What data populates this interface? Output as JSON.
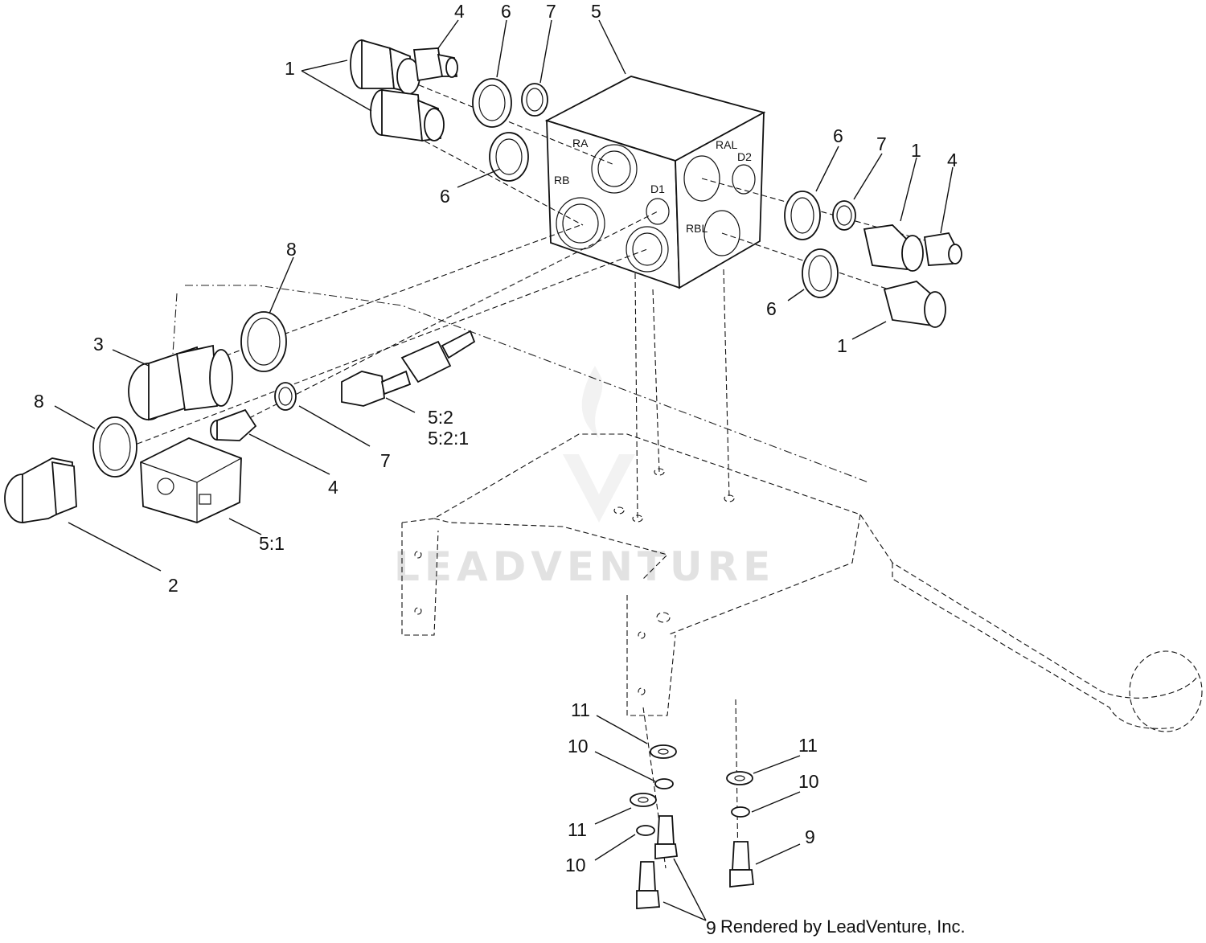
{
  "watermark": {
    "text": "LEADVENTURE"
  },
  "credit": "Rendered by LeadVenture, Inc.",
  "port_labels": {
    "ra": "RA",
    "rb": "RB",
    "d1": "D1",
    "ral": "RAL",
    "d2": "D2",
    "rbl": "RBL"
  },
  "callouts": {
    "c1_top_left": "1",
    "c4_top": "4",
    "c6_top": "6",
    "c7_top": "7",
    "c5_top": "5",
    "c6_right_top": "6",
    "c7_right": "7",
    "c1_right_top": "1",
    "c4_right": "4",
    "c6_left": "6",
    "c8_top": "8",
    "c3": "3",
    "c6_right_bottom": "6",
    "c1_right_bottom": "1",
    "c8_left": "8",
    "c52": "5:2",
    "c521": "5:2:1",
    "c7_mid": "7",
    "c4_mid": "4",
    "c51": "5:1",
    "c2": "2",
    "c11_a": "11",
    "c10_a": "10",
    "c11_b": "11",
    "c10_b": "10",
    "c11_c": "11",
    "c10_c": "10",
    "c9_a": "9",
    "c9_b": "9"
  }
}
